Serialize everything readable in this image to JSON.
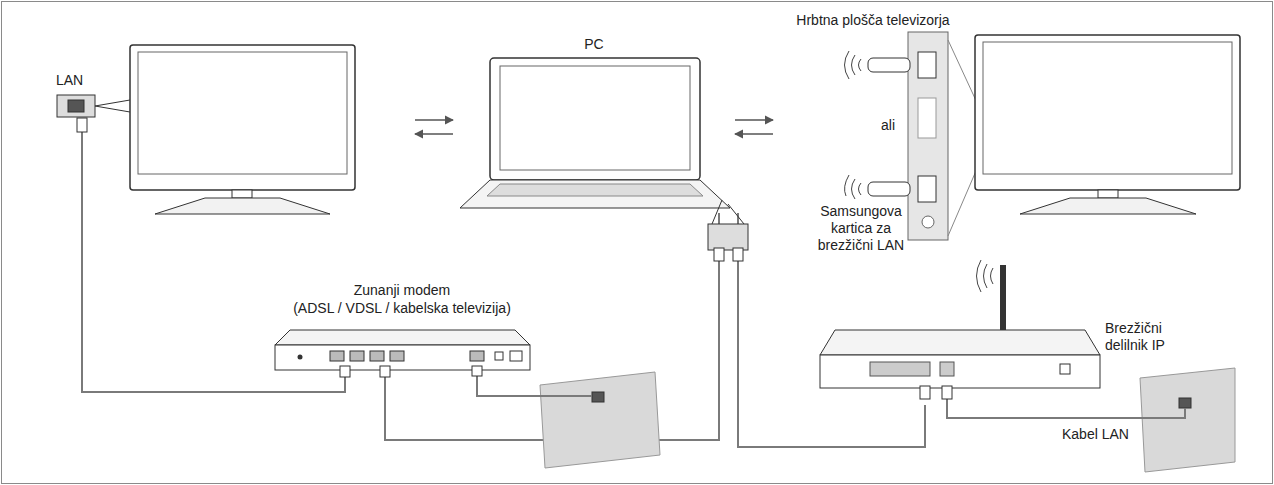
{
  "diagram": {
    "nodes": [
      {
        "text": [
          "LAN"
        ]
      },
      {
        "text": [
          "PC"
        ]
      },
      {
        "text": [
          "Hrbtna plošča televizorja"
        ]
      },
      {
        "text": [
          "Zunanji modem",
          "(ADSL / VDSL / kabelska televizija)"
        ]
      },
      {
        "text": [
          "Brezžični delilnik IP"
        ]
      }
    ],
    "edges": [
      {
        "from": 0,
        "to": 1,
        "arrow": "both"
      },
      {
        "from": 1,
        "to": 2,
        "arrow": "both"
      },
      {
        "from": 0,
        "to": 3,
        "arrow": "none"
      },
      {
        "from": 3,
        "to": 1,
        "arrow": "none"
      },
      {
        "from": 1,
        "to": 4,
        "arrow": "none"
      }
    ],
    "labels": [
      "ali",
      "Samsungova kartica za brezžični LAN",
      "Kabel LAN"
    ]
  }
}
